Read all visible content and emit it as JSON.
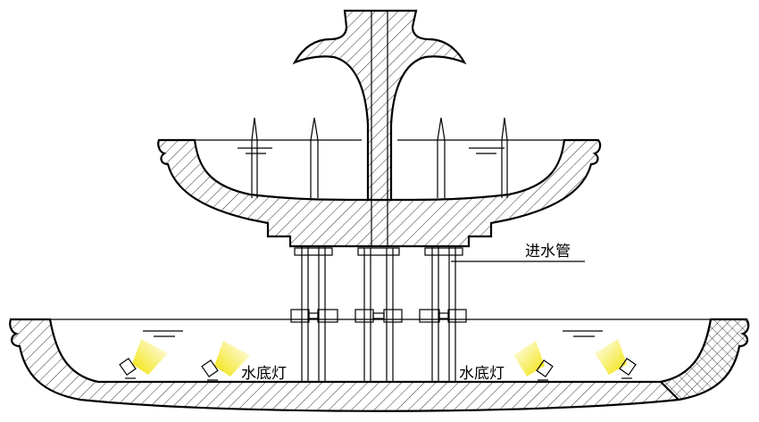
{
  "labels": {
    "inlet_pipe": "进水管",
    "underwater_light_left": "水底灯",
    "underwater_light_right": "水底灯"
  },
  "colors": {
    "light_beam": "#f2e300",
    "line": "#000000",
    "background": "#ffffff"
  }
}
